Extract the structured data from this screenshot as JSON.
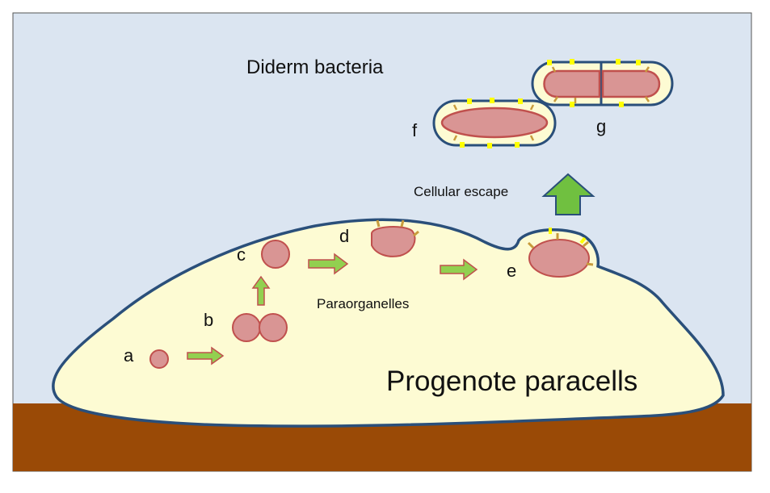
{
  "title": "Diderm bacteria",
  "region_label": "Progenote paracells",
  "inner_label": "Paraorganelles",
  "escape_label": "Cellular escape",
  "stages": {
    "a": "a",
    "b": "b",
    "c": "c",
    "d": "d",
    "e": "e",
    "f": "f",
    "g": "g"
  },
  "colors": {
    "sky": "#dbe5f1",
    "ground": "#9a4a06",
    "paracell_fill": "#fdfbd3",
    "outline": "#2a4f7a",
    "organelle_fill": "#d99594",
    "organelle_stroke": "#c0504d",
    "arrow_fill": "#92d050",
    "arrow_stroke": "#c0504d",
    "escape_arrow_fill": "#70c040",
    "escape_arrow_stroke": "#2a4f7a",
    "pili": "#ffff00",
    "porins": "#c89b3c"
  }
}
